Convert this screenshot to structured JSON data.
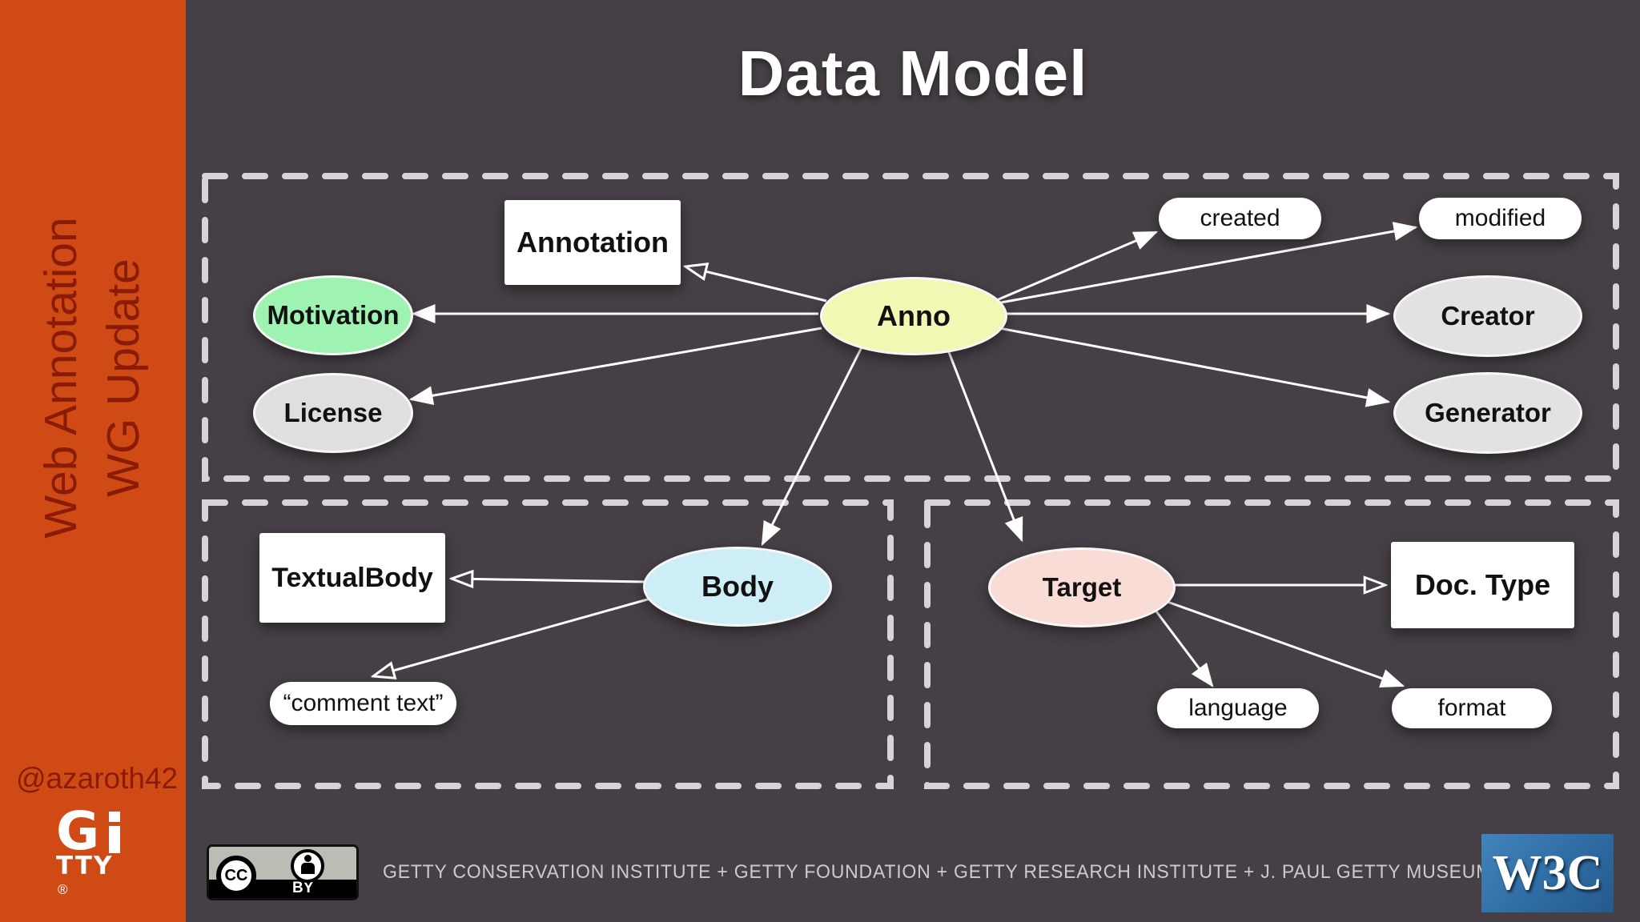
{
  "sidebar": {
    "title_line1": "Web Annotation",
    "title_line2": "WG Update",
    "handle": "@azaroth42",
    "getty_logo": {
      "big_g": "G",
      "tty": "TTY",
      "registered": "®"
    },
    "colors": {
      "bg": "#cf4a15",
      "text": "#8a1c07"
    }
  },
  "header": {
    "title": "Data Model"
  },
  "diagram": {
    "nodes": {
      "annotation": {
        "label": "Annotation",
        "shape": "rect",
        "fill": "#ffffff"
      },
      "motivation": {
        "label": "Motivation",
        "shape": "ellipse",
        "fill": "#9ef2b2"
      },
      "license": {
        "label": "License",
        "shape": "ellipse",
        "fill": "#dfdfdf"
      },
      "anno": {
        "label": "Anno",
        "shape": "ellipse",
        "fill": "#f2f7b4"
      },
      "created": {
        "label": "created",
        "shape": "pill",
        "fill": "#ffffff"
      },
      "modified": {
        "label": "modified",
        "shape": "pill",
        "fill": "#ffffff"
      },
      "creator": {
        "label": "Creator",
        "shape": "ellipse",
        "fill": "#e2e2e2"
      },
      "generator": {
        "label": "Generator",
        "shape": "ellipse",
        "fill": "#e2e2e2"
      },
      "textualbody": {
        "label": "TextualBody",
        "shape": "rect",
        "fill": "#ffffff"
      },
      "body": {
        "label": "Body",
        "shape": "ellipse",
        "fill": "#cdedf7"
      },
      "comment": {
        "label": "“comment text”",
        "shape": "pill",
        "fill": "#ffffff"
      },
      "target": {
        "label": "Target",
        "shape": "ellipse",
        "fill": "#fadcd6"
      },
      "doctype": {
        "label": "Doc. Type",
        "shape": "rect",
        "fill": "#ffffff"
      },
      "language": {
        "label": "language",
        "shape": "pill",
        "fill": "#ffffff"
      },
      "format": {
        "label": "format",
        "shape": "pill",
        "fill": "#ffffff"
      }
    },
    "edges": [
      {
        "from": "Anno",
        "to": "Annotation",
        "head": "open"
      },
      {
        "from": "Anno",
        "to": "Motivation",
        "head": "filled"
      },
      {
        "from": "Anno",
        "to": "License",
        "head": "filled"
      },
      {
        "from": "Anno",
        "to": "created",
        "head": "filled"
      },
      {
        "from": "Anno",
        "to": "modified",
        "head": "filled"
      },
      {
        "from": "Anno",
        "to": "Creator",
        "head": "filled"
      },
      {
        "from": "Anno",
        "to": "Generator",
        "head": "filled"
      },
      {
        "from": "Anno",
        "to": "Body",
        "head": "filled"
      },
      {
        "from": "Anno",
        "to": "Target",
        "head": "filled"
      },
      {
        "from": "Body",
        "to": "TextualBody",
        "head": "open"
      },
      {
        "from": "Body",
        "to": "“comment text”",
        "head": "open"
      },
      {
        "from": "Target",
        "to": "Doc. Type",
        "head": "open"
      },
      {
        "from": "Target",
        "to": "language",
        "head": "filled"
      },
      {
        "from": "Target",
        "to": "format",
        "head": "filled"
      }
    ],
    "colors": {
      "background": "#464046",
      "dashed_border": "#d6d4d6",
      "arrow": "#ffffff"
    }
  },
  "footer": {
    "cc_badge": {
      "cc": "CC",
      "by": "BY"
    },
    "credit": "GETTY CONSERVATION INSTITUTE + GETTY FOUNDATION + GETTY RESEARCH INSTITUTE + J. PAUL GETTY MUSEUM",
    "w3c_logo": "W3C"
  }
}
